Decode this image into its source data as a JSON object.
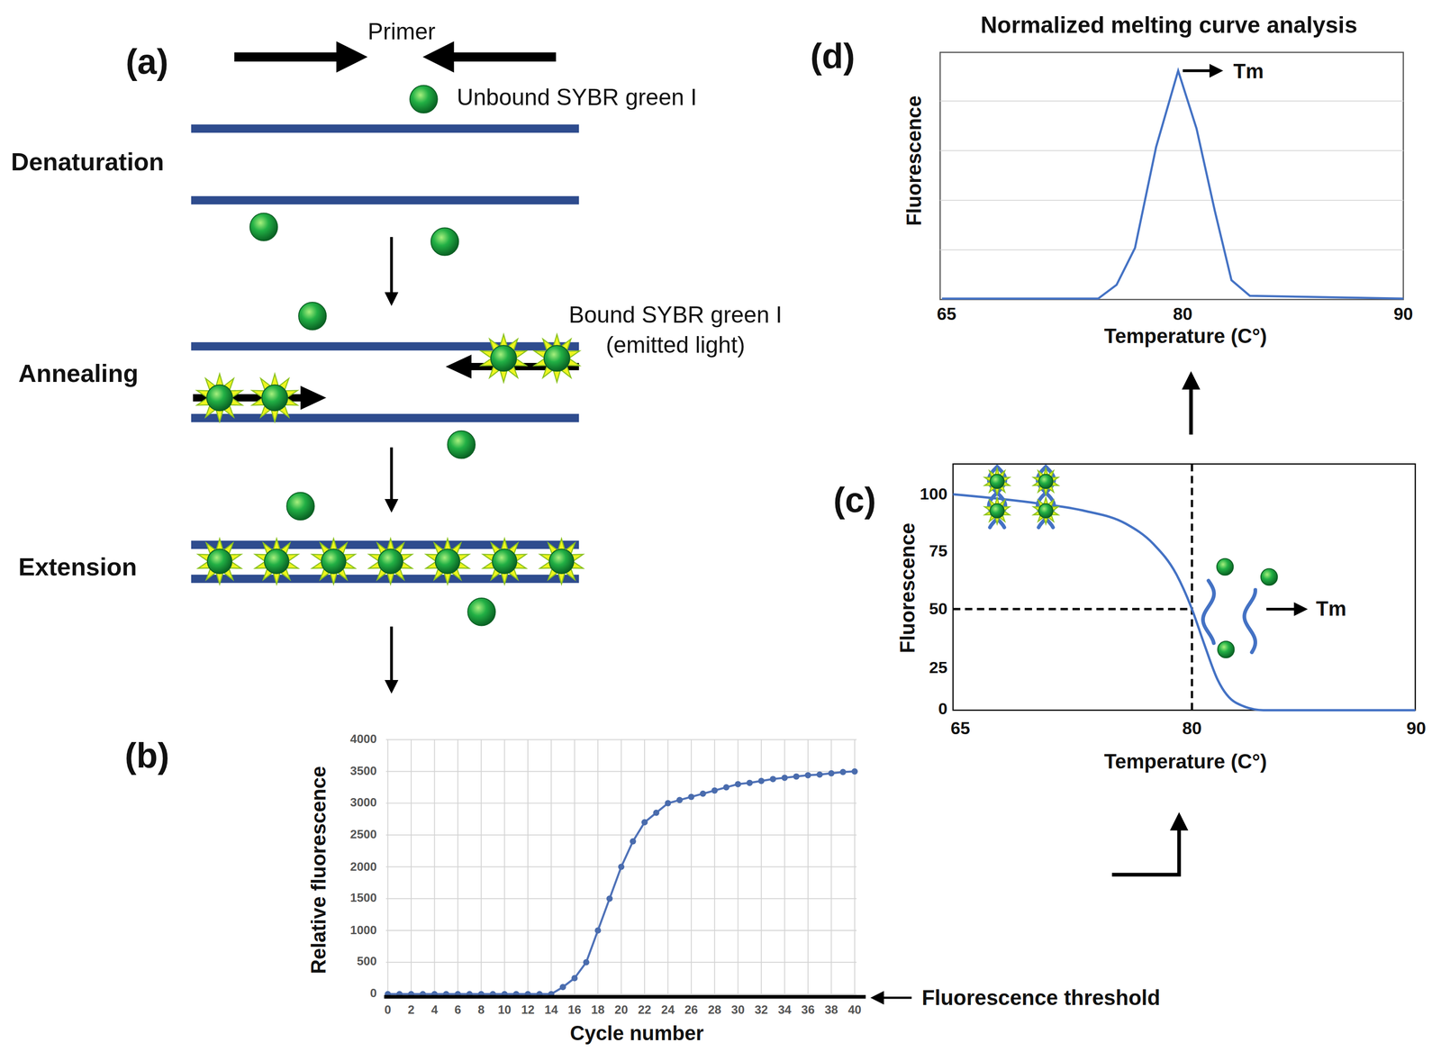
{
  "diagram": {
    "labels": [
      "(a)",
      "Primer",
      "Unbound SYBR green I",
      "Denaturation",
      "Bound SYBR green I (emitted light)",
      "Annealing",
      "Extension",
      "(b)",
      "4000",
      "3500",
      "3000",
      "2500",
      "2000",
      "1500",
      "1000",
      "500",
      "0",
      "Relative fluorescence",
      "0",
      "2",
      "4",
      "6",
      "8",
      "10",
      "12",
      "14",
      "16",
      "18",
      "20",
      "22",
      "24",
      "26",
      "28",
      "30",
      "32",
      "34",
      "36",
      "38",
      "40",
      "Cycle number",
      "Fluorescence threshold",
      "(c)",
      "100",
      "75",
      "50",
      "25",
      "0",
      "Fluorescence",
      "Tm",
      "65",
      "80",
      "90",
      "Temperature (C°)",
      "(d)",
      "Normalized melting curve analysis",
      "Fluorescence",
      "Tm",
      "65",
      "80",
      "90",
      "Temperature (C°)"
    ]
  }
}
